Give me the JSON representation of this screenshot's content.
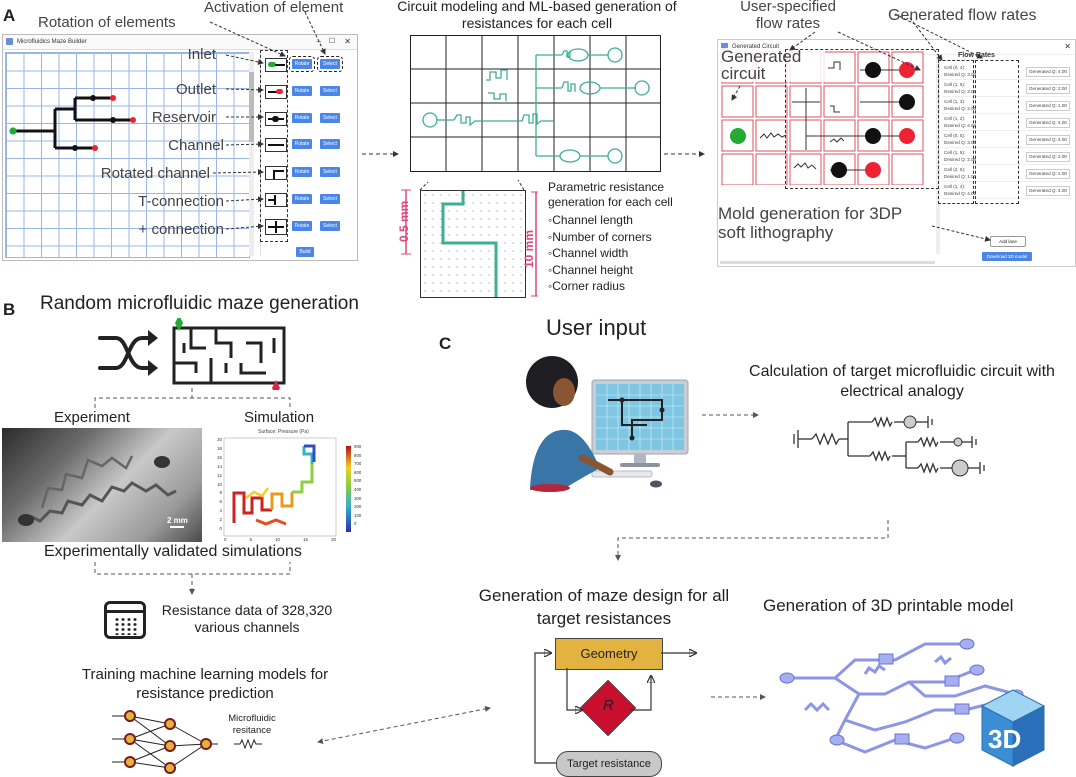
{
  "panel_a": {
    "letter": "A",
    "callout_rotation": "Rotation of elements",
    "callout_activation": "Activation of element",
    "builder_window_title": "Microfluidics Maze Builder",
    "elements": [
      {
        "label": "Inlet"
      },
      {
        "label": "Outlet"
      },
      {
        "label": "Reservoir"
      },
      {
        "label": "Channel"
      },
      {
        "label": "Rotated channel"
      },
      {
        "label": "T-connection"
      },
      {
        "label": "+ connection"
      }
    ],
    "rotate_label": "Rotate",
    "select_label": "Select",
    "build_label": "Build",
    "circuit_title": "Circuit modeling and ML-based generation of resistances for each cell",
    "param_scale_width": "0.5 mm",
    "param_scale_height": "10 mm",
    "param_title": "Parametric resistance generation for each cell",
    "param_list": [
      "◦Channel length",
      "◦Number of corners",
      "◦Channel width",
      "◦Channel height",
      "◦Corner radius"
    ],
    "callout_user_flow": "User-specified flow rates",
    "callout_generated_flow": "Generated flow rates",
    "generated_window_title": "Generated Circuit",
    "generated_circuit_label": "Generated circuit",
    "flow_rates_title": "Flow Rates",
    "flow_rows": [
      {
        "cell": "Cell (0, 4):",
        "desired": "Desired Q: 3.00",
        "generated": "Generated Q: 4.00"
      },
      {
        "cell": "Cell (1, 5):",
        "desired": "Desired Q: 3.00",
        "generated": "Generated Q: 2.00"
      },
      {
        "cell": "Cell (1, 3):",
        "desired": "Desired Q: 2.00",
        "generated": "Generated Q: 1.00"
      },
      {
        "cell": "Cell (1, 2):",
        "desired": "Desired Q: 4.00",
        "generated": "Generated Q: 4.00"
      },
      {
        "cell": "Cell (0, 5):",
        "desired": "Desired Q: 3.00",
        "generated": "Generated Q: 4.00"
      },
      {
        "cell": "Cell (1, 5):",
        "desired": "Desired Q: 2.00",
        "generated": "Generated Q: 2.00"
      },
      {
        "cell": "Cell (2, 5):",
        "desired": "Desired Q: 1.00",
        "generated": "Generated Q: 1.00"
      },
      {
        "cell": "Cell (1, 4):",
        "desired": "Desired Q: 4.00",
        "generated": "Generated Q: 4.00"
      }
    ],
    "mold_label": "Mold generation for 3DP soft lithography",
    "add_lane_label": "Add lane",
    "download_label": "Download 3D model"
  },
  "panel_b": {
    "letter": "B",
    "title": "Random microfluidic maze generation",
    "experiment_label": "Experiment",
    "simulation_label": "Simulation",
    "scale_bar": "2 mm",
    "sim_plot_title": "Surface: Pressure (Pa)",
    "colorbar_ticks": [
      "900",
      "800",
      "700",
      "600",
      "500",
      "400",
      "300",
      "200",
      "100",
      "0"
    ],
    "sim_y_ticks": [
      "20",
      "18",
      "16",
      "14",
      "12",
      "10",
      "8",
      "6",
      "4",
      "2",
      "0"
    ],
    "sim_x_ticks": [
      "0",
      "5",
      "10",
      "15",
      "20"
    ],
    "validated_label": "Experimentally validated simulations",
    "resistance_data_label": "Resistance data of 328,320 various channels",
    "training_label": "Training machine learning models for resistance prediction",
    "microfluidic_resistance_label": "Microfluidic resitance"
  },
  "panel_c": {
    "letter": "C",
    "user_input_label": "User input",
    "calc_label": "Calculation of target microfluidic circuit with electrical analogy",
    "maze_design_label": "Generation of maze design for all target resistances",
    "geometry_label": "Geometry",
    "r_label": "R",
    "target_resistance_label": "Target resistance",
    "printable_label": "Generation of 3D printable model",
    "cube_label": "3D"
  },
  "colors": {
    "builder_button": "#4a86e8",
    "grid_line": "#9ab6e6",
    "teal_channel": "#3fae95",
    "pink_scale": "#e0457b",
    "inlet_green": "#22aa33",
    "outlet_red": "#ee2233",
    "geometry_fill": "#e3b341",
    "r_fill": "#c8102e",
    "maze_model": "#8c95e6"
  }
}
